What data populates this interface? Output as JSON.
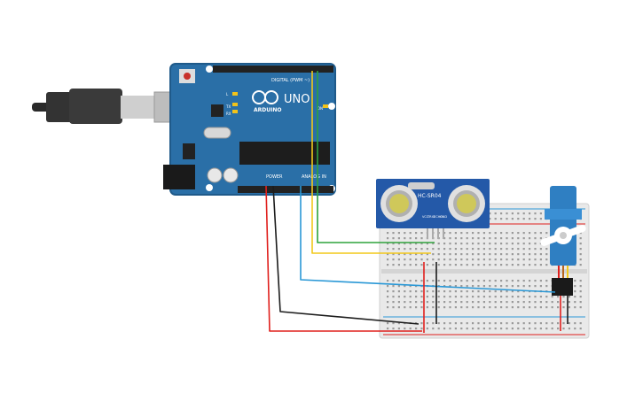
{
  "arduino": {
    "logo_text": "ARDUINO",
    "model": "UNO",
    "on_label": "ON",
    "digital_label": "DIGITAL (PWM ~)",
    "power_label": "POWER",
    "analog_label": "ANALOG IN",
    "tx_label": "TX",
    "rx_label": "RX",
    "l_label": "L"
  },
  "sensor": {
    "model": "HC-SR04",
    "pins": [
      "VCC",
      "TRIG",
      "ECHO",
      "GND"
    ]
  },
  "colors": {
    "board": "#2a6fa7",
    "board_dark": "#1f5a8a",
    "sensor": "#2459a8",
    "servo": "#2f7fc2",
    "wire_red": "#e0201d",
    "wire_black": "#1c1c1c",
    "wire_green": "#2fa33c",
    "wire_yellow": "#f2c81a",
    "wire_blue": "#2a98d6",
    "breadboard": "#e9e9e9"
  }
}
